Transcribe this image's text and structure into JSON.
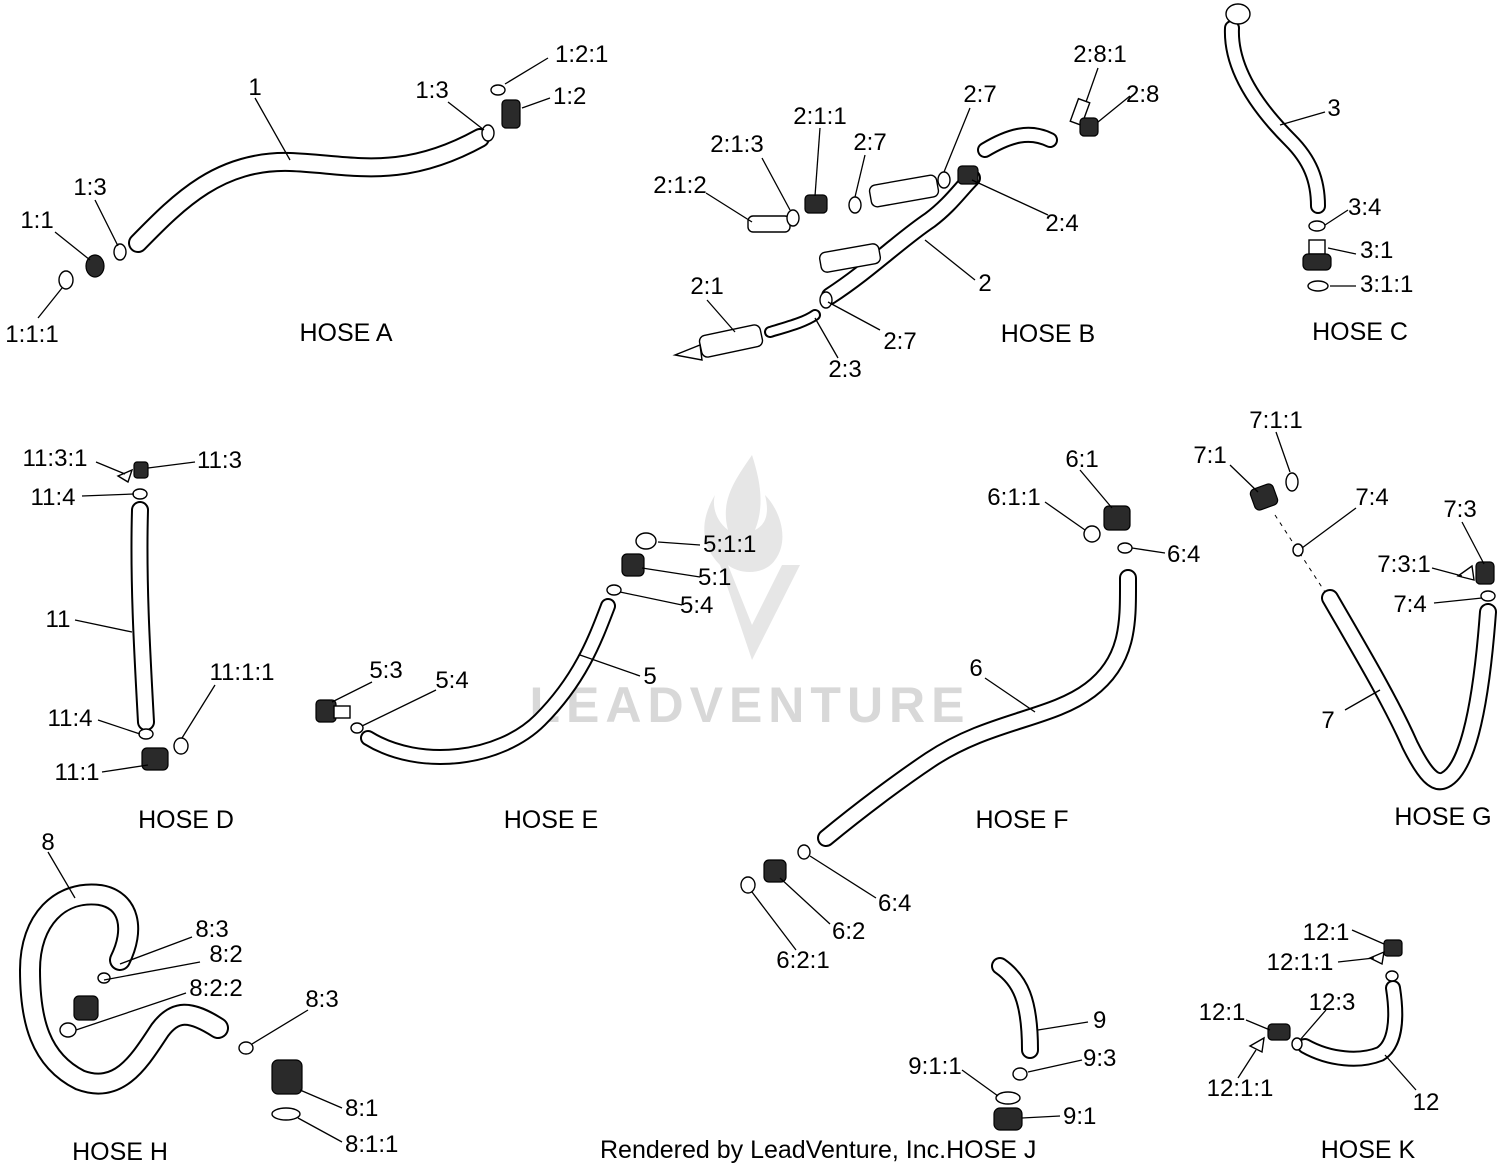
{
  "groups": [
    {
      "key": "A",
      "title": "HOSE A",
      "callouts": [
        "1",
        "1:2:1",
        "1:2",
        "1:3",
        "1:3",
        "1:1",
        "1:1:1"
      ]
    },
    {
      "key": "B",
      "title": "HOSE B",
      "callouts": [
        "2:8:1",
        "2:8",
        "2:7",
        "2:1:1",
        "2:7",
        "2:1:3",
        "2:1:2",
        "2:4",
        "2",
        "2:1",
        "2:7",
        "2:3"
      ]
    },
    {
      "key": "C",
      "title": "HOSE C",
      "callouts": [
        "3",
        "3:4",
        "3:1",
        "3:1:1"
      ]
    },
    {
      "key": "D",
      "title": "HOSE D",
      "callouts": [
        "11:3:1",
        "11:3",
        "11:4",
        "11",
        "11:1:1",
        "11:4",
        "11:1"
      ]
    },
    {
      "key": "E",
      "title": "HOSE E",
      "callouts": [
        "5:1:1",
        "5:1",
        "5:4",
        "5:3",
        "5:4",
        "5"
      ]
    },
    {
      "key": "F",
      "title": "HOSE F",
      "callouts": [
        "6:1",
        "6:1:1",
        "6:4",
        "6",
        "6:4",
        "6:2",
        "6:2:1"
      ]
    },
    {
      "key": "G",
      "title": "HOSE G",
      "callouts": [
        "7:1:1",
        "7:1",
        "7:4",
        "7:3",
        "7:3:1",
        "7:4",
        "7"
      ]
    },
    {
      "key": "H",
      "title": "HOSE H",
      "callouts": [
        "8",
        "8:3",
        "8:2",
        "8:2:2",
        "8:3",
        "8:1",
        "8:1:1"
      ]
    },
    {
      "key": "J",
      "title": "HOSE J",
      "callouts": [
        "9",
        "9:1:1",
        "9:3",
        "9:1"
      ]
    },
    {
      "key": "K",
      "title": "HOSE K",
      "callouts": [
        "12:1",
        "12:1:1",
        "12:3",
        "12:1",
        "12:1:1",
        "12"
      ]
    }
  ],
  "credit": "Rendered by LeadVenture, Inc.",
  "watermark": "LEADVENTURE"
}
